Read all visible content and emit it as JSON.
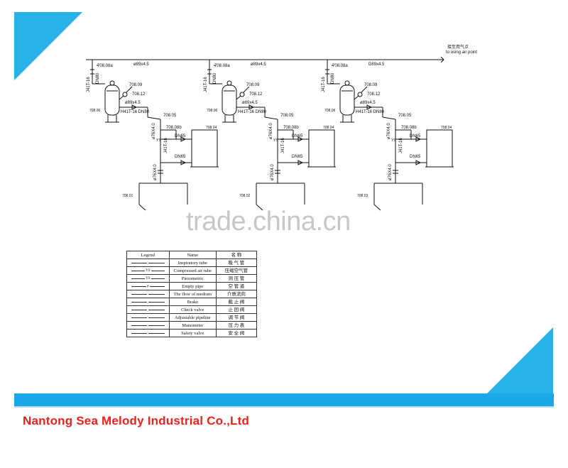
{
  "diagram": {
    "top_right_label_cn": "接至用气点",
    "top_right_label": "to using air point",
    "units": [
      {
        "main_pipe_label": "ø89x4.5",
        "valve_tag": "708.08a",
        "valve_model": "J41T-16",
        "valve_dn": "DN80",
        "tag_709": "708.09",
        "tag_712": "708.12",
        "outlet_pipe": "ø89x4.5",
        "outlet_valve": "H41T-16 DN80",
        "tank_tag": "708.06",
        "tag_705": "708.05",
        "tag_708b": "708.08b",
        "vert_pipe": "ø76X4.0",
        "valve_side": "J41T-16",
        "ys": "YS",
        "dn65_a": "DN65",
        "dn65_b": "DN65",
        "box_tag": "708.04",
        "down_pipe": "ø76X4.0",
        "bottom_tag": "708.01"
      },
      {
        "main_pipe_label": "ø89x4.5",
        "valve_tag": "708.08a",
        "valve_model": "J41T-16",
        "valve_dn": "DN80",
        "tag_709": "708.09",
        "tag_712": "708.12",
        "outlet_pipe": "ø89x4.5",
        "outlet_valve": "H41T-16 DN80",
        "tank_tag": "708.06",
        "tag_705": "708.05",
        "tag_708b": "708.08b",
        "vert_pipe": "ø76X4.0",
        "valve_side": "J41T-16",
        "ys": "YS",
        "dn65_a": "DN65",
        "dn65_b": "DN65",
        "box_tag": "708.04",
        "down_pipe": "ø76X4.0",
        "bottom_tag": "708.02"
      },
      {
        "main_pipe_label": "D89x4.5",
        "valve_tag": "708.08a",
        "valve_model": "J41T-16",
        "valve_dn": "DN80",
        "tag_709": "708.09",
        "tag_712": "708.12",
        "outlet_pipe": "ø89x4.5",
        "outlet_valve": "H41T-16 DN80",
        "tank_tag": "708.06",
        "tag_705": "708.05",
        "tag_708b": "708.08b",
        "vert_pipe": "ø76X4.0",
        "valve_side": "J41T-16",
        "ys": "YS",
        "dn65_a": "DN65",
        "dn65_b": "DN65",
        "box_tag": "708.04",
        "down_pipe": "ø76X4.0",
        "bottom_tag": "708.03"
      }
    ]
  },
  "legend": {
    "headers": [
      "Legend",
      "Name",
      "名 称"
    ],
    "rows": [
      {
        "symbol": "",
        "name": "Inspiratory tube",
        "cn": "吸 气 管"
      },
      {
        "symbol": "YS",
        "name": "Compressed air tube",
        "cn": "压缩空气管"
      },
      {
        "symbol": "YS",
        "name": "Piezometric",
        "cn": "测 压 管"
      },
      {
        "symbol": "ø",
        "name": "Empty pipe",
        "cn": "空 管 道"
      },
      {
        "symbol": "",
        "name": "The flow of medium",
        "cn": "介质流向"
      },
      {
        "symbol": "",
        "name": "Brake",
        "cn": "截 止 阀"
      },
      {
        "symbol": "",
        "name": "Check valve",
        "cn": "止 回 阀"
      },
      {
        "symbol": "",
        "name": "Adjustable pipeline",
        "cn": "调 节 阀"
      },
      {
        "symbol": "",
        "name": "Manometer",
        "cn": "压 力 表"
      },
      {
        "symbol": "",
        "name": "Safety valve",
        "cn": "安 全 阀"
      }
    ]
  },
  "watermark": "trade.china.cn",
  "company": "Nantong Sea Melody Industrial Co.,Ltd",
  "colors": {
    "accent_blue": "#1ba8e8",
    "company_red": "#e8231e"
  }
}
